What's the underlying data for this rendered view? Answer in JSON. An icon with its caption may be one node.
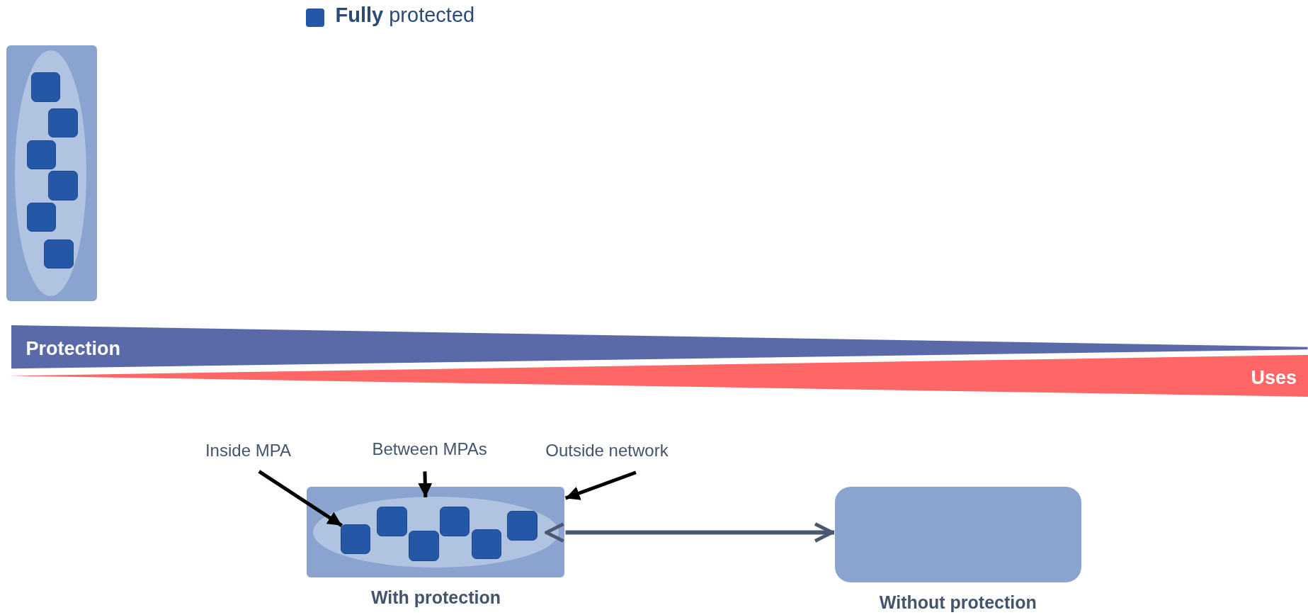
{
  "diagram": {
    "nodes": [
      {
        "text": [],
        "shape": "box"
      },
      {
        "text": [],
        "shape": "ellipse",
        "in": 0
      },
      {
        "text": [],
        "shape": "box",
        "in": 1
      },
      {
        "text": [],
        "shape": "box",
        "in": 1
      },
      {
        "text": [],
        "shape": "box",
        "in": 1
      },
      {
        "text": [],
        "shape": "box",
        "in": 1
      },
      {
        "text": [],
        "shape": "box",
        "in": 1
      },
      {
        "text": [],
        "shape": "box",
        "in": 1
      },
      {
        "text": [
          "Protection"
        ]
      },
      {
        "text": [
          "Uses"
        ]
      },
      {
        "text": [
          "Inside MPA"
        ]
      },
      {
        "text": [
          "Between MPAs"
        ]
      },
      {
        "text": [
          "Outside network"
        ]
      },
      {
        "text": [
          "With protection"
        ]
      },
      {
        "text": [],
        "shape": "ellipse",
        "in": 13
      },
      {
        "text": [],
        "shape": "box",
        "in": 14
      },
      {
        "text": [],
        "shape": "box",
        "in": 14
      },
      {
        "text": [],
        "shape": "box",
        "in": 14
      },
      {
        "text": [],
        "shape": "box",
        "in": 14
      },
      {
        "text": [],
        "shape": "box",
        "in": 14
      },
      {
        "text": [],
        "shape": "box",
        "in": 14
      },
      {
        "text": [
          "Without protection"
        ]
      }
    ],
    "edges": [
      {
        "from": 10,
        "to": 15,
        "arrow": "to"
      },
      {
        "from": 11,
        "to": 14,
        "arrow": "to"
      },
      {
        "from": 12,
        "to": 13,
        "arrow": "to"
      },
      {
        "from": 13,
        "to": 21,
        "arrow": "both",
        "color": "#4a5870"
      }
    ],
    "legend": [
      {
        "text": "**Fully** protected",
        "color": "#2457a6"
      }
    ]
  }
}
